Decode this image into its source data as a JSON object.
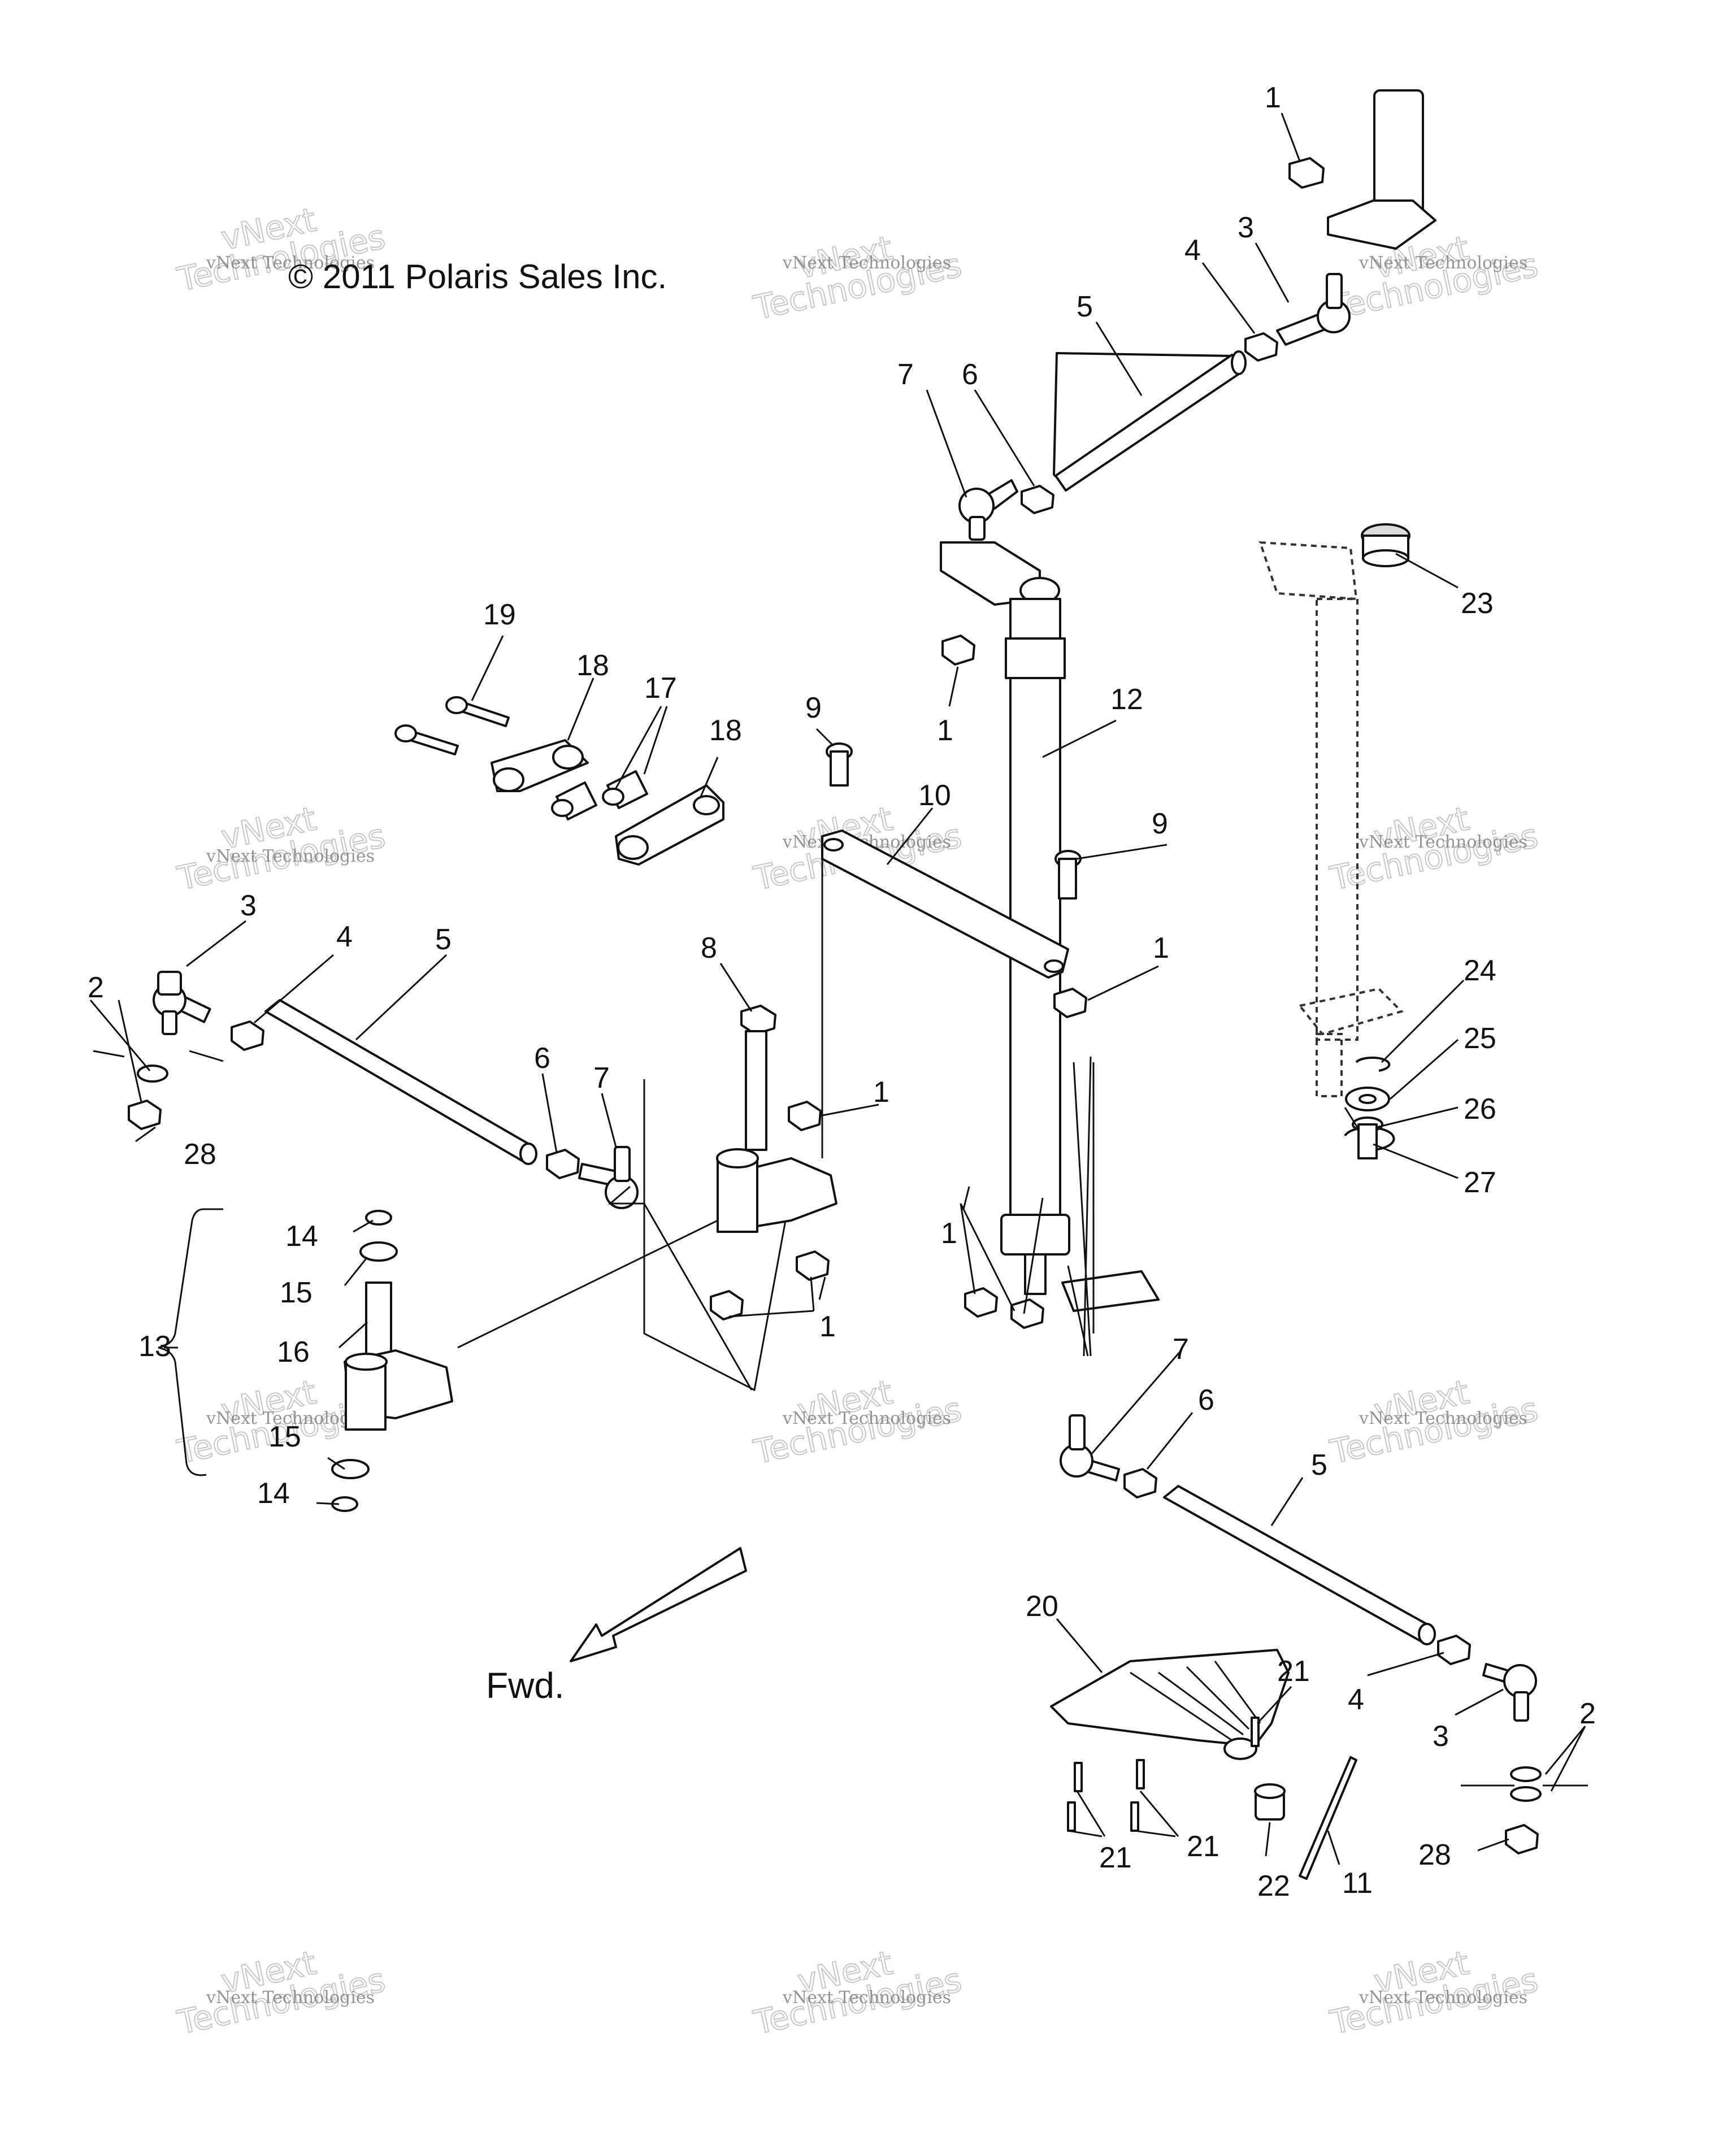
{
  "copyright": "© 2011 Polaris Sales Inc.",
  "forward_label": "Fwd.",
  "watermark": {
    "line1": "vNext Technologies",
    "line2_top": "vNext",
    "line2_bottom": "Technologies"
  },
  "callouts": [
    "1",
    "3",
    "4",
    "5",
    "7",
    "6",
    "23",
    "19",
    "18",
    "17",
    "18",
    "9",
    "1",
    "12",
    "10",
    "9",
    "1",
    "3",
    "4",
    "5",
    "2",
    "28",
    "8",
    "1",
    "6",
    "7",
    "1",
    "1",
    "1",
    "24",
    "25",
    "26",
    "27",
    "14",
    "15",
    "16",
    "13",
    "15",
    "14",
    "7",
    "6",
    "5",
    "20",
    "21",
    "4",
    "3",
    "2",
    "28",
    "21",
    "21",
    "22",
    "11"
  ]
}
